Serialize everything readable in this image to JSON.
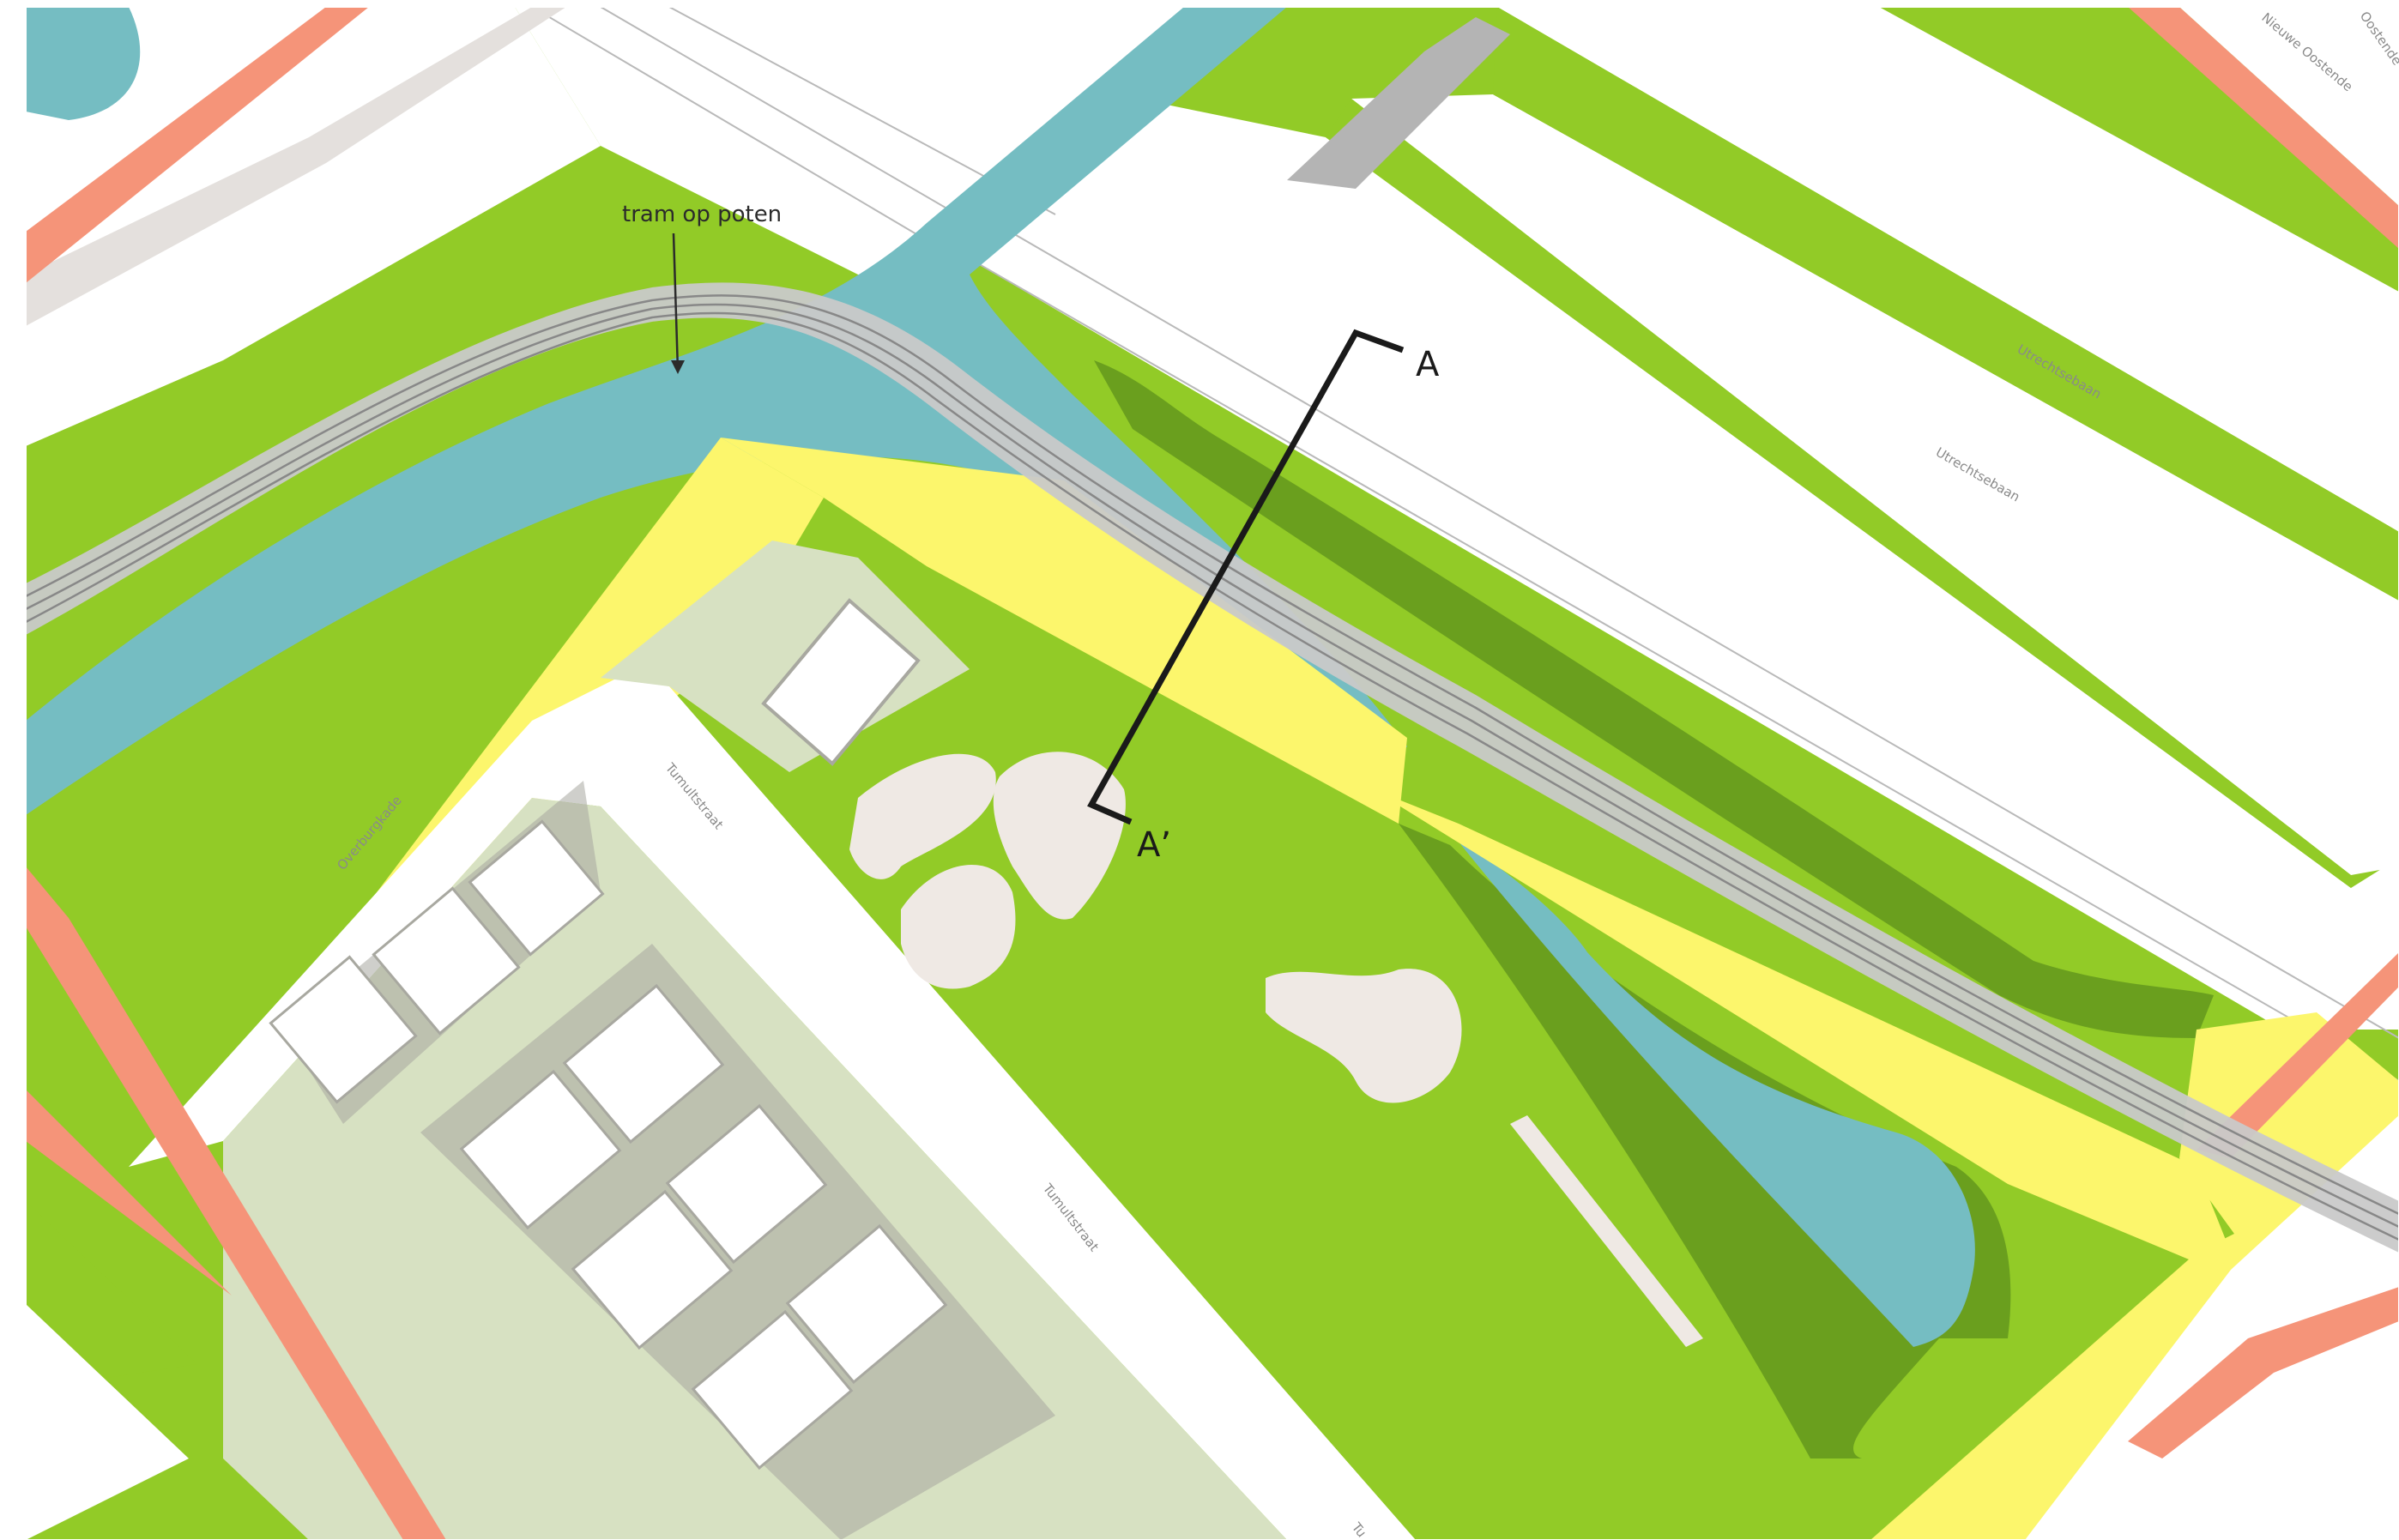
{
  "annotations": {
    "tram_label": "tram op poten",
    "section_start": "A",
    "section_end": "A’"
  },
  "streets": {
    "utrechtsebaan_upper": "Utrechtsebaan",
    "utrechtsebaan_lower": "Utrechtsebaan",
    "nieuwe_oostende": "Nieuwe Oostende",
    "oostende_corner": "Oostende",
    "overburgkade": "Overburgkade",
    "tumultstraat_upper": "Tumultstraat",
    "tumultstraat_lower": "Tumultstraat",
    "tu_fragment": "Tu"
  },
  "colors": {
    "grass": "#92cb27",
    "dark_grass": "#6a9f1e",
    "water": "#75bdc2",
    "path_yellow": "#fcf66c",
    "main_road": "#f59479",
    "road_white": "#ffffff",
    "road_shadow": "#e4e0dd",
    "tram_gray": "#c9c9c9",
    "tram_rails": "#888888",
    "sand": "#efe9e4",
    "courtyard": "#d7e1c2",
    "building": "#ffffff",
    "building_shadow": "#a8a8a0"
  }
}
